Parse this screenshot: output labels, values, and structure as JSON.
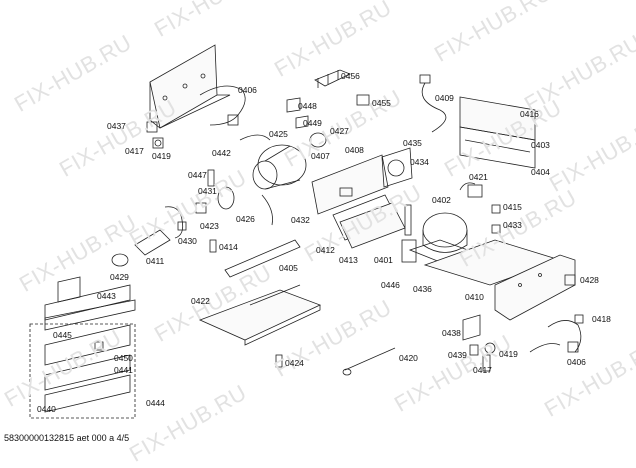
{
  "watermark": "FIX-HUB.RU",
  "footer": "58300000132815 aet 000 a 4/5",
  "parts": [
    "0456",
    "0406",
    "0409",
    "0437",
    "0448",
    "0449",
    "0455",
    "0416",
    "0417",
    "0419",
    "0425",
    "0427",
    "0435",
    "0403",
    "0442",
    "0407",
    "0408",
    "0434",
    "0404",
    "0421",
    "0447",
    "0431",
    "0415",
    "0426",
    "0432",
    "0402",
    "0433",
    "0423",
    "0430",
    "0412",
    "0413",
    "0401",
    "0414",
    "0429",
    "0411",
    "0405",
    "0446",
    "0436",
    "0410",
    "0428",
    "0443",
    "0422",
    "0418",
    "0445",
    "0438",
    "0450",
    "0441",
    "0424",
    "0420",
    "0439",
    "0419",
    "0406",
    "0440",
    "0444",
    "0417"
  ]
}
